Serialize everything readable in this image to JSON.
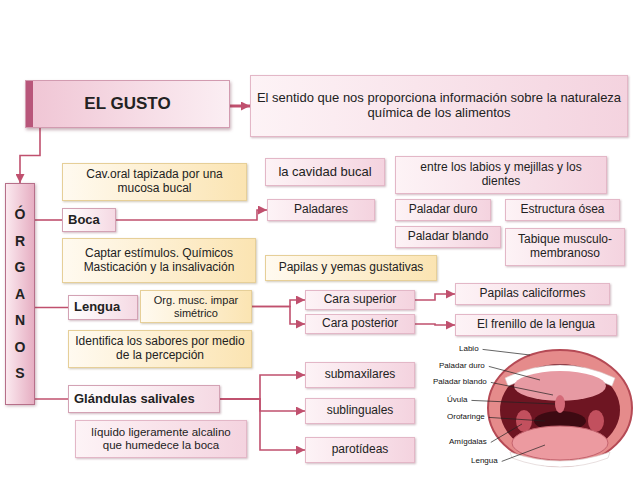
{
  "diagram": {
    "nodes": [
      {
        "text": [
          "EL GUSTO"
        ]
      },
      {
        "text": [
          "El sentido que nos proporciona información sobre la naturaleza química de los alimentos"
        ]
      },
      {
        "text": [
          "ÓRGANOS"
        ]
      },
      {
        "text": [
          "Cav.oral tapizada por una mucosa bucal"
        ]
      },
      {
        "text": [
          "la cavidad bucal"
        ]
      },
      {
        "text": [
          "entre los labios y mejillas y los dientes"
        ]
      },
      {
        "text": [
          "Boca"
        ]
      },
      {
        "text": [
          "Paladares"
        ]
      },
      {
        "text": [
          "Paladar duro"
        ]
      },
      {
        "text": [
          "Estructura ósea"
        ]
      },
      {
        "text": [
          "Paladar blando"
        ]
      },
      {
        "text": [
          "Tabique musculo-membranoso"
        ]
      },
      {
        "text": [
          "Captar estímulos. Químicos Masticación y la insalivación"
        ]
      },
      {
        "text": [
          "Papilas y yemas gustativas"
        ]
      },
      {
        "text": [
          "Lengua"
        ]
      },
      {
        "text": [
          "Org. musc. impar simétrico"
        ]
      },
      {
        "text": [
          "Cara superior"
        ]
      },
      {
        "text": [
          "Papilas caliciformes"
        ]
      },
      {
        "text": [
          "Cara posterior"
        ]
      },
      {
        "text": [
          "El frenillo de la lengua"
        ]
      },
      {
        "text": [
          "Identifica los sabores por medio de la percepción"
        ]
      },
      {
        "text": [
          "Glándulas salivales"
        ]
      },
      {
        "text": [
          "submaxilares"
        ]
      },
      {
        "text": [
          "líquido ligeramente alcalino que humedece la boca"
        ]
      },
      {
        "text": [
          "sublinguales"
        ]
      },
      {
        "text": [
          "parotídeas"
        ]
      }
    ],
    "edges": [
      {
        "from": 0,
        "to": 1,
        "arrow": "to"
      },
      {
        "from": 0,
        "to": 2,
        "arrow": "to"
      },
      {
        "from": 2,
        "to": 6,
        "arrow": "none"
      },
      {
        "from": 2,
        "to": 14,
        "arrow": "none"
      },
      {
        "from": 2,
        "to": 21,
        "arrow": "none"
      },
      {
        "from": 6,
        "to": 7,
        "arrow": "to"
      },
      {
        "from": 15,
        "to": 16,
        "arrow": "to"
      },
      {
        "from": 15,
        "to": 18,
        "arrow": "to"
      },
      {
        "from": 16,
        "to": 17,
        "arrow": "to"
      },
      {
        "from": 18,
        "to": 19,
        "arrow": "to"
      },
      {
        "from": 21,
        "to": 22,
        "arrow": "to"
      },
      {
        "from": 21,
        "to": 24,
        "arrow": "to"
      },
      {
        "from": 21,
        "to": 25,
        "arrow": "to"
      }
    ],
    "labels": [
      "Labio",
      "Paladar duro",
      "Paladar blando",
      "Úvula",
      "Orofaringe",
      "Amígdalas",
      "Lengua"
    ]
  }
}
